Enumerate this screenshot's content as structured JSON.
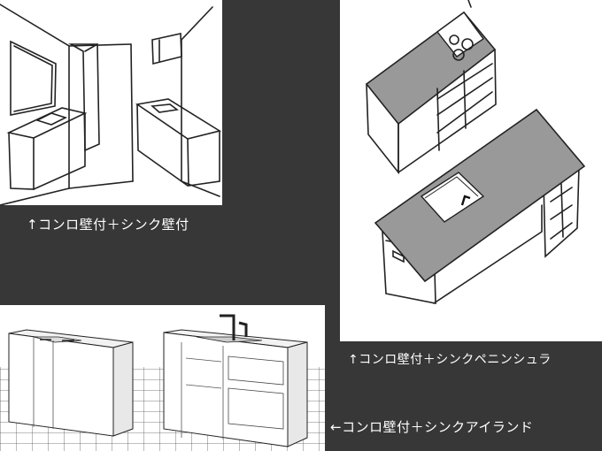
{
  "captions": {
    "wall_wall": "↑コンロ壁付＋シンク壁付",
    "wall_peninsula": "↑コンロ壁付＋シンクペニンシュラ",
    "wall_island": "←コンロ壁付＋シンクアイランド"
  },
  "colors": {
    "background": "#373737",
    "panel": "#ffffff",
    "sketch_line": "#222222",
    "countertop_gray": "#999999",
    "caption_text": "#ffffff"
  }
}
